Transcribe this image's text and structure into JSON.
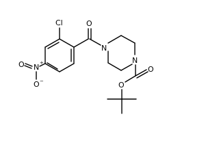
{
  "molecule": {
    "atoms": {
      "cl": "Cl",
      "n_nitro": "N",
      "n_nitro_charge": "+",
      "o_nitro_bottom": "O",
      "o_nitro_charge": "−",
      "o_nitro_left": "O",
      "o_carbonyl_top": "O",
      "n_piperazine_left": "N",
      "n_piperazine_right": "N",
      "o_carbamate_carbonyl": "O",
      "o_carbamate_ester": "O"
    }
  }
}
